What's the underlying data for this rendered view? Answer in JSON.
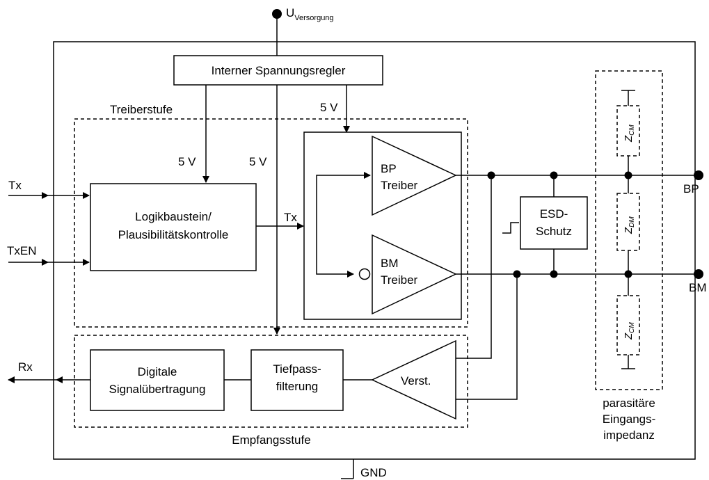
{
  "supply": {
    "label": "U",
    "subscript": "Versorgung"
  },
  "ground": {
    "label": "GND"
  },
  "blocks": {
    "regulator": "Interner Spannungsregler",
    "logic_line1": "Logikbaustein/",
    "logic_line2": "Plausibilitätskontrolle",
    "bp_line1": "BP",
    "bp_line2": "Treiber",
    "bm_line1": "BM",
    "bm_line2": "Treiber",
    "esd_line1": "ESD-",
    "esd_line2": "Schutz",
    "digital_line1": "Digitale",
    "digital_line2": "Signalübertragung",
    "lowpass_line1": "Tiefpass-",
    "lowpass_line2": "filterung",
    "amp": "Verst."
  },
  "groups": {
    "driver_stage": "Treiberstufe",
    "receiver_stage": "Empfangsstufe",
    "parasitic_line1": "parasitäre",
    "parasitic_line2": "Eingangs-",
    "parasitic_line3": "impedanz"
  },
  "voltages": {
    "v1": "5 V",
    "v2": "5 V",
    "v3": "5 V"
  },
  "signals": {
    "tx": "Tx",
    "txen": "TxEN",
    "rx": "Rx",
    "tx_internal": "Tx",
    "bp": "BP",
    "bm": "BM"
  },
  "impedances": [
    {
      "label": "Z",
      "subscript": "CM"
    },
    {
      "label": "Z",
      "subscript": "DM"
    },
    {
      "label": "Z",
      "subscript": "CM"
    }
  ]
}
